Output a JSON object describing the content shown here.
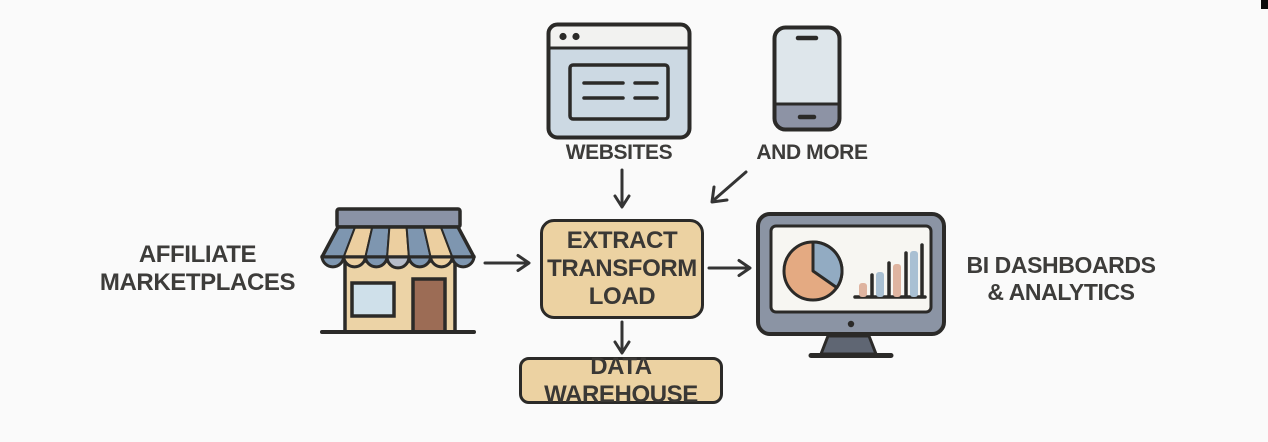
{
  "page": {
    "background": "#fafafa",
    "corner_mark_color": "#0a0a0a"
  },
  "diagram": {
    "sources": {
      "affiliate": {
        "line1": "AFFILIATE",
        "line2": "MARKETPLACES",
        "icon": "storefront-icon"
      },
      "websites": {
        "label": "WEBSITES",
        "icon": "browser-window-icon"
      },
      "and_more": {
        "label": "AND MORE",
        "icon": "mobile-phone-icon"
      }
    },
    "process": {
      "line1": "EXTRACT",
      "line2": "TRANSFORM",
      "line3": "LOAD"
    },
    "warehouse": {
      "label": "DATA WAREHOUSE"
    },
    "output": {
      "line1": "BI DASHBOARDS",
      "line2": "& ANALYTICS",
      "icon": "monitor-analytics-icon"
    },
    "edges": [
      {
        "from": "affiliate-marketplaces",
        "to": "extract-transform-load"
      },
      {
        "from": "websites",
        "to": "extract-transform-load"
      },
      {
        "from": "and-more",
        "to": "extract-transform-load"
      },
      {
        "from": "extract-transform-load",
        "to": "data-warehouse"
      },
      {
        "from": "extract-transform-load",
        "to": "bi-dashboards-analytics"
      }
    ],
    "colors": {
      "background": "#fafafa",
      "outline": "#2b2a28",
      "text": "#3d3c3a",
      "box_fill": "#ecd2a2",
      "awning_blue": "#7e96b0",
      "awning_tan": "#eccfa0",
      "awning_gray_scallop": "#b7bdc9",
      "store_top_bar": "#8a92a6",
      "store_body": "#ecd3a6",
      "window_blue": "#cfe0ea",
      "door_brown": "#9c6c55",
      "browser_titlebar": "#f2f2f0",
      "browser_body": "#ccd9e3",
      "phone_screen": "#dee6eb",
      "phone_bottom": "#8d93a5",
      "monitor_frame": "#8b94a4",
      "monitor_screen": "#f7f6f2",
      "monitor_stand": "#5f6673",
      "pie_orange": "#e4aa82",
      "pie_blue": "#92abc2",
      "bar_blue": "#a9c0d3",
      "bar_pink": "#dfb4a0",
      "arrow": "#343434"
    }
  }
}
